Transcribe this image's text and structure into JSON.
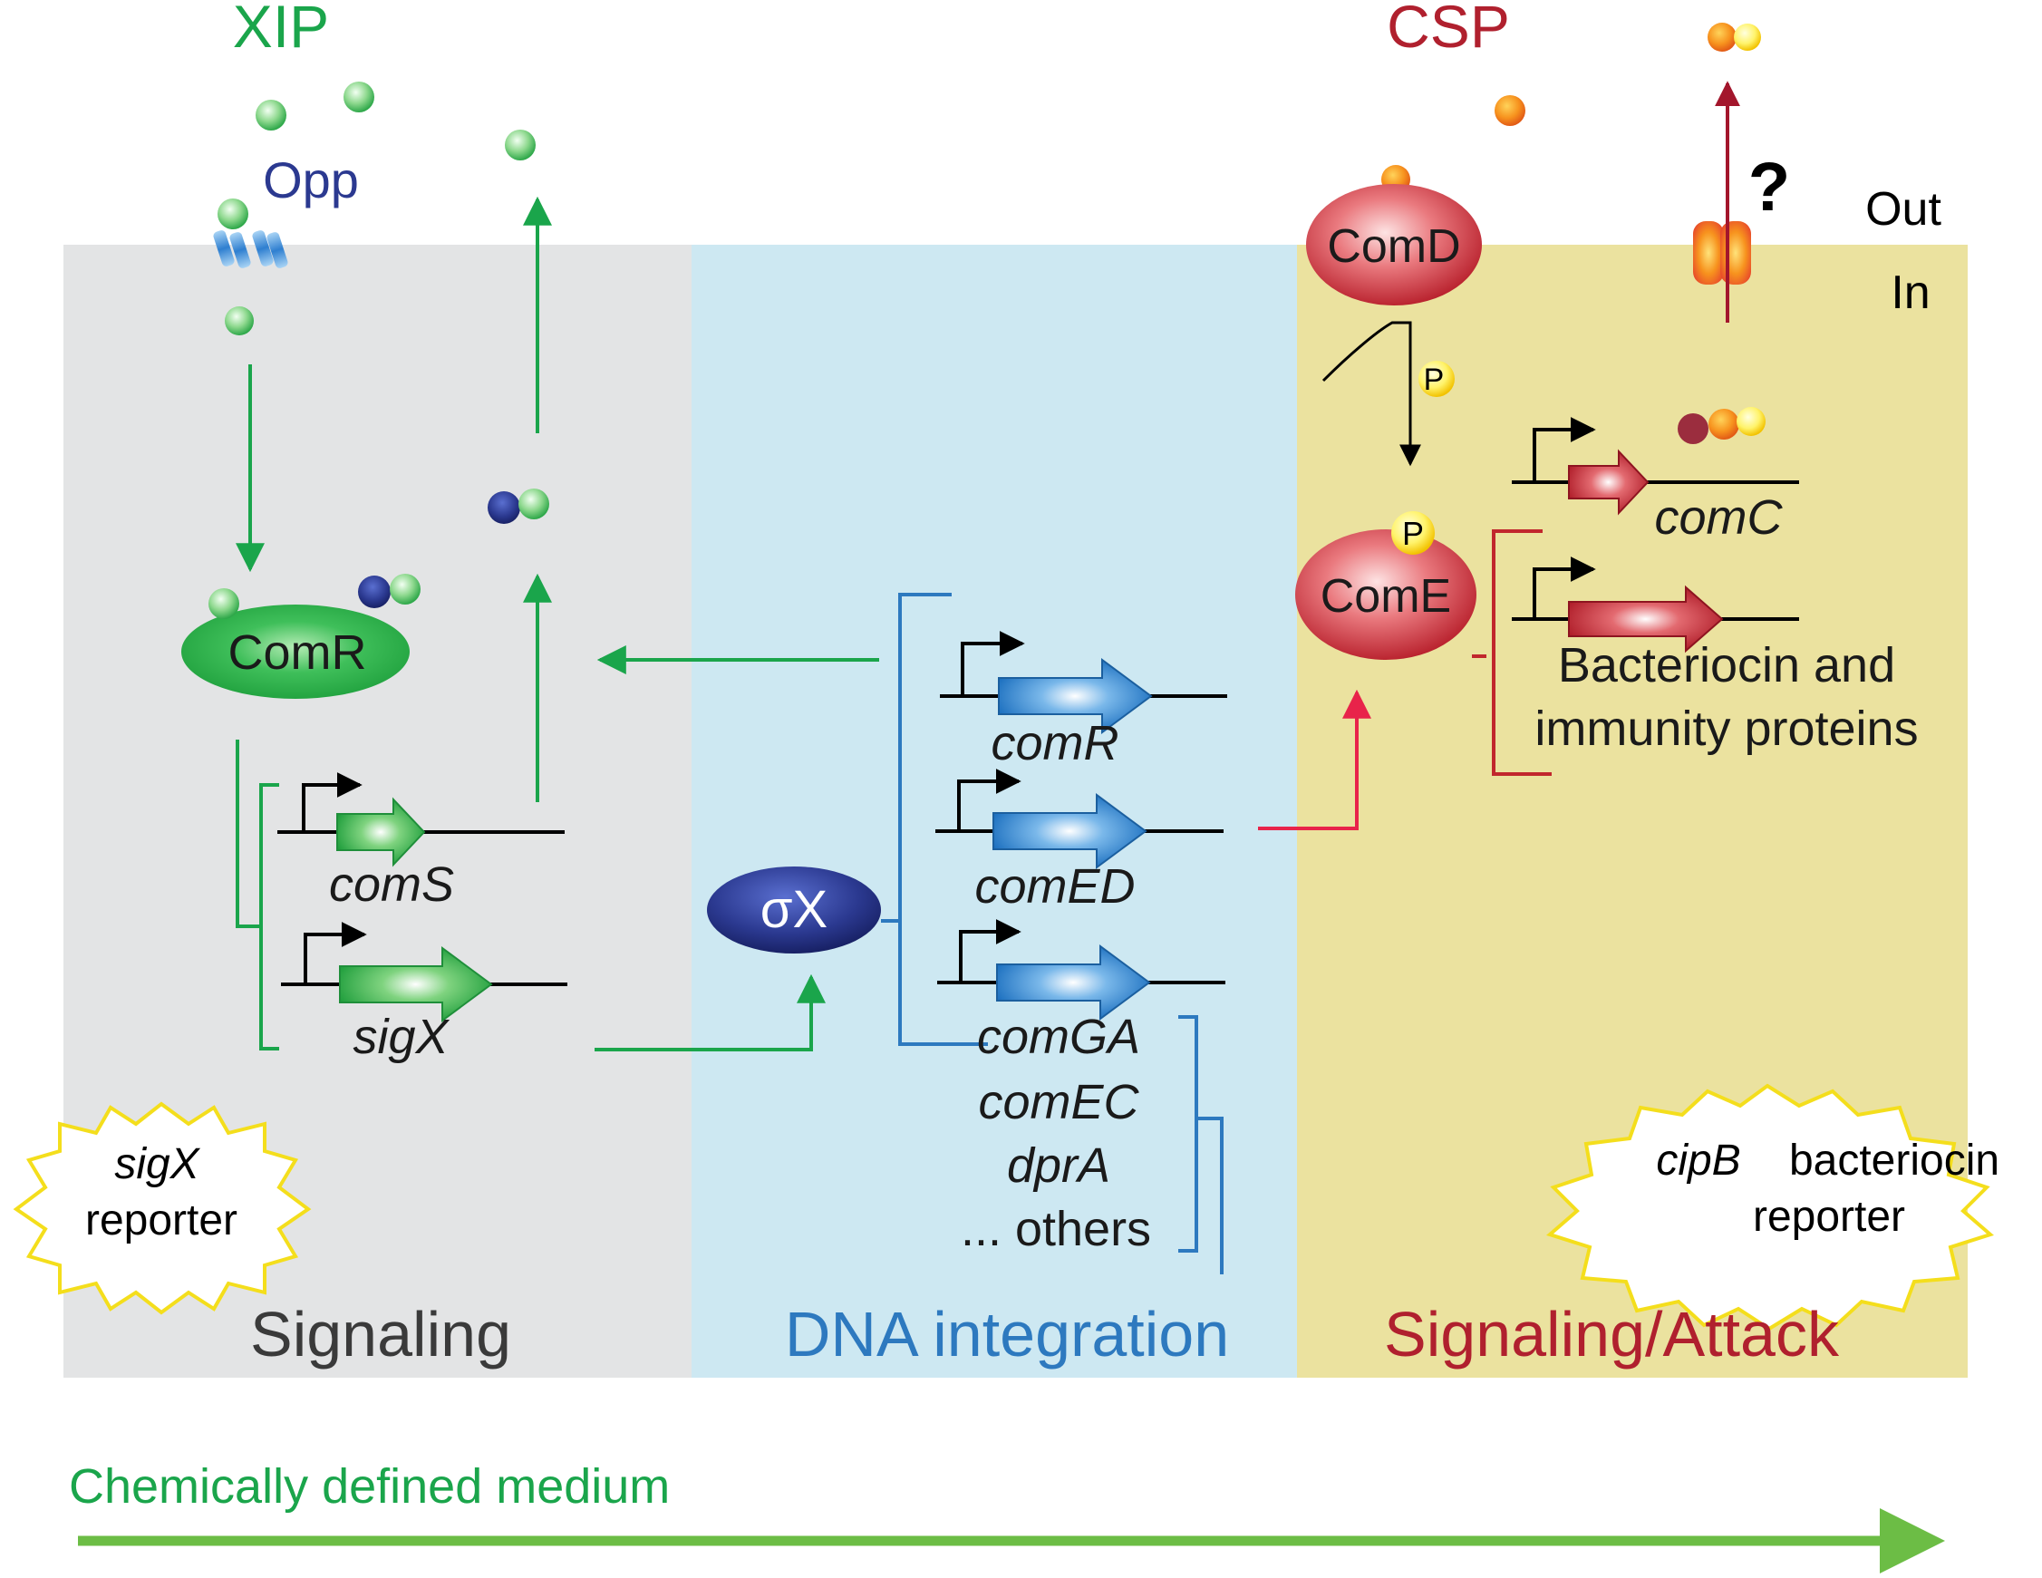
{
  "outside": {
    "xip_label": "XIP",
    "csp_label": "CSP",
    "opp_label": "Opp",
    "question_mark": "?",
    "out_label": "Out",
    "in_label": "In"
  },
  "panels": {
    "signaling_title": "Signaling",
    "dna_title": "DNA integration",
    "attack_title": "Signaling/Attack"
  },
  "signaling": {
    "comr_protein": "ComR",
    "coms_gene": "comS",
    "sigx_gene": "sigX",
    "reporter_gene": "sigX",
    "reporter_text": "reporter"
  },
  "dna": {
    "sigma_x": "σX",
    "comr_gene": "comR",
    "comed_gene": "comED",
    "other_genes": [
      "comGA",
      "comEC",
      "dprA"
    ],
    "others_label": "... others"
  },
  "attack": {
    "comd_protein": "ComD",
    "come_protein": "ComE",
    "phospho_label": "P",
    "comc_gene": "comC",
    "bacteriocin_line1": "Bacteriocin and",
    "bacteriocin_line2": "immunity proteins",
    "reporter_gene": "cipB",
    "reporter_text1": "bacteriocin",
    "reporter_text2": "reporter"
  },
  "footer": {
    "medium_label": "Chemically defined medium"
  },
  "colors": {
    "signaling_bg": "#e3e4e5",
    "dna_bg": "#cde8f2",
    "attack_bg": "#ebe29f",
    "green": "#1aa54b",
    "blue": "#2d79bf",
    "red": "#b0202e",
    "navy": "#2b3990",
    "arrow_green": "#6cbd45"
  }
}
